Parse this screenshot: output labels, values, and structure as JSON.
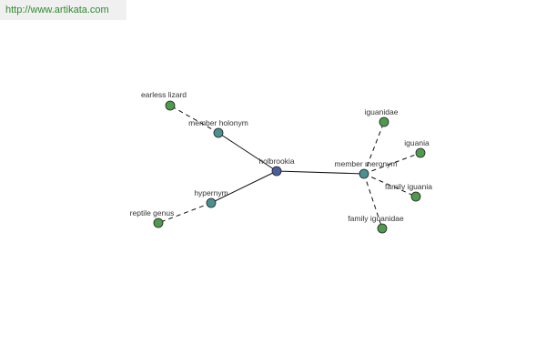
{
  "header": {
    "site_url": "http://www.artikata.com"
  },
  "colors": {
    "root_node": "#4a5da0",
    "relation_node": "#4a9090",
    "word_node": "#4e9a4e",
    "node_stroke": "#222222",
    "edge": "#111111",
    "link_text": "#2e8b2e"
  },
  "graph": {
    "nodes": [
      {
        "id": "holbrookia",
        "label": "holbrookia",
        "kind": "root"
      },
      {
        "id": "member_holonym",
        "label": "member holonym",
        "kind": "relation"
      },
      {
        "id": "hypernym",
        "label": "hypernym",
        "kind": "relation"
      },
      {
        "id": "member_meronym",
        "label": "member meronym",
        "kind": "relation"
      },
      {
        "id": "earless_lizard",
        "label": "earless lizard",
        "kind": "word"
      },
      {
        "id": "reptile_genus",
        "label": "reptile genus",
        "kind": "word"
      },
      {
        "id": "iguanidae",
        "label": "iguanidae",
        "kind": "word"
      },
      {
        "id": "iguania",
        "label": "iguania",
        "kind": "word"
      },
      {
        "id": "family_iguania",
        "label": "family iguania",
        "kind": "word"
      },
      {
        "id": "family_iguanidae",
        "label": "family iguanidae",
        "kind": "word"
      }
    ],
    "edges": [
      {
        "from": "holbrookia",
        "to": "member_holonym",
        "style": "solid"
      },
      {
        "from": "holbrookia",
        "to": "hypernym",
        "style": "solid"
      },
      {
        "from": "holbrookia",
        "to": "member_meronym",
        "style": "solid"
      },
      {
        "from": "member_holonym",
        "to": "earless_lizard",
        "style": "dashed"
      },
      {
        "from": "hypernym",
        "to": "reptile_genus",
        "style": "dashed"
      },
      {
        "from": "member_meronym",
        "to": "iguanidae",
        "style": "dashed"
      },
      {
        "from": "member_meronym",
        "to": "iguania",
        "style": "dashed"
      },
      {
        "from": "member_meronym",
        "to": "family_iguania",
        "style": "dashed"
      },
      {
        "from": "member_meronym",
        "to": "family_iguanidae",
        "style": "dashed"
      }
    ]
  }
}
